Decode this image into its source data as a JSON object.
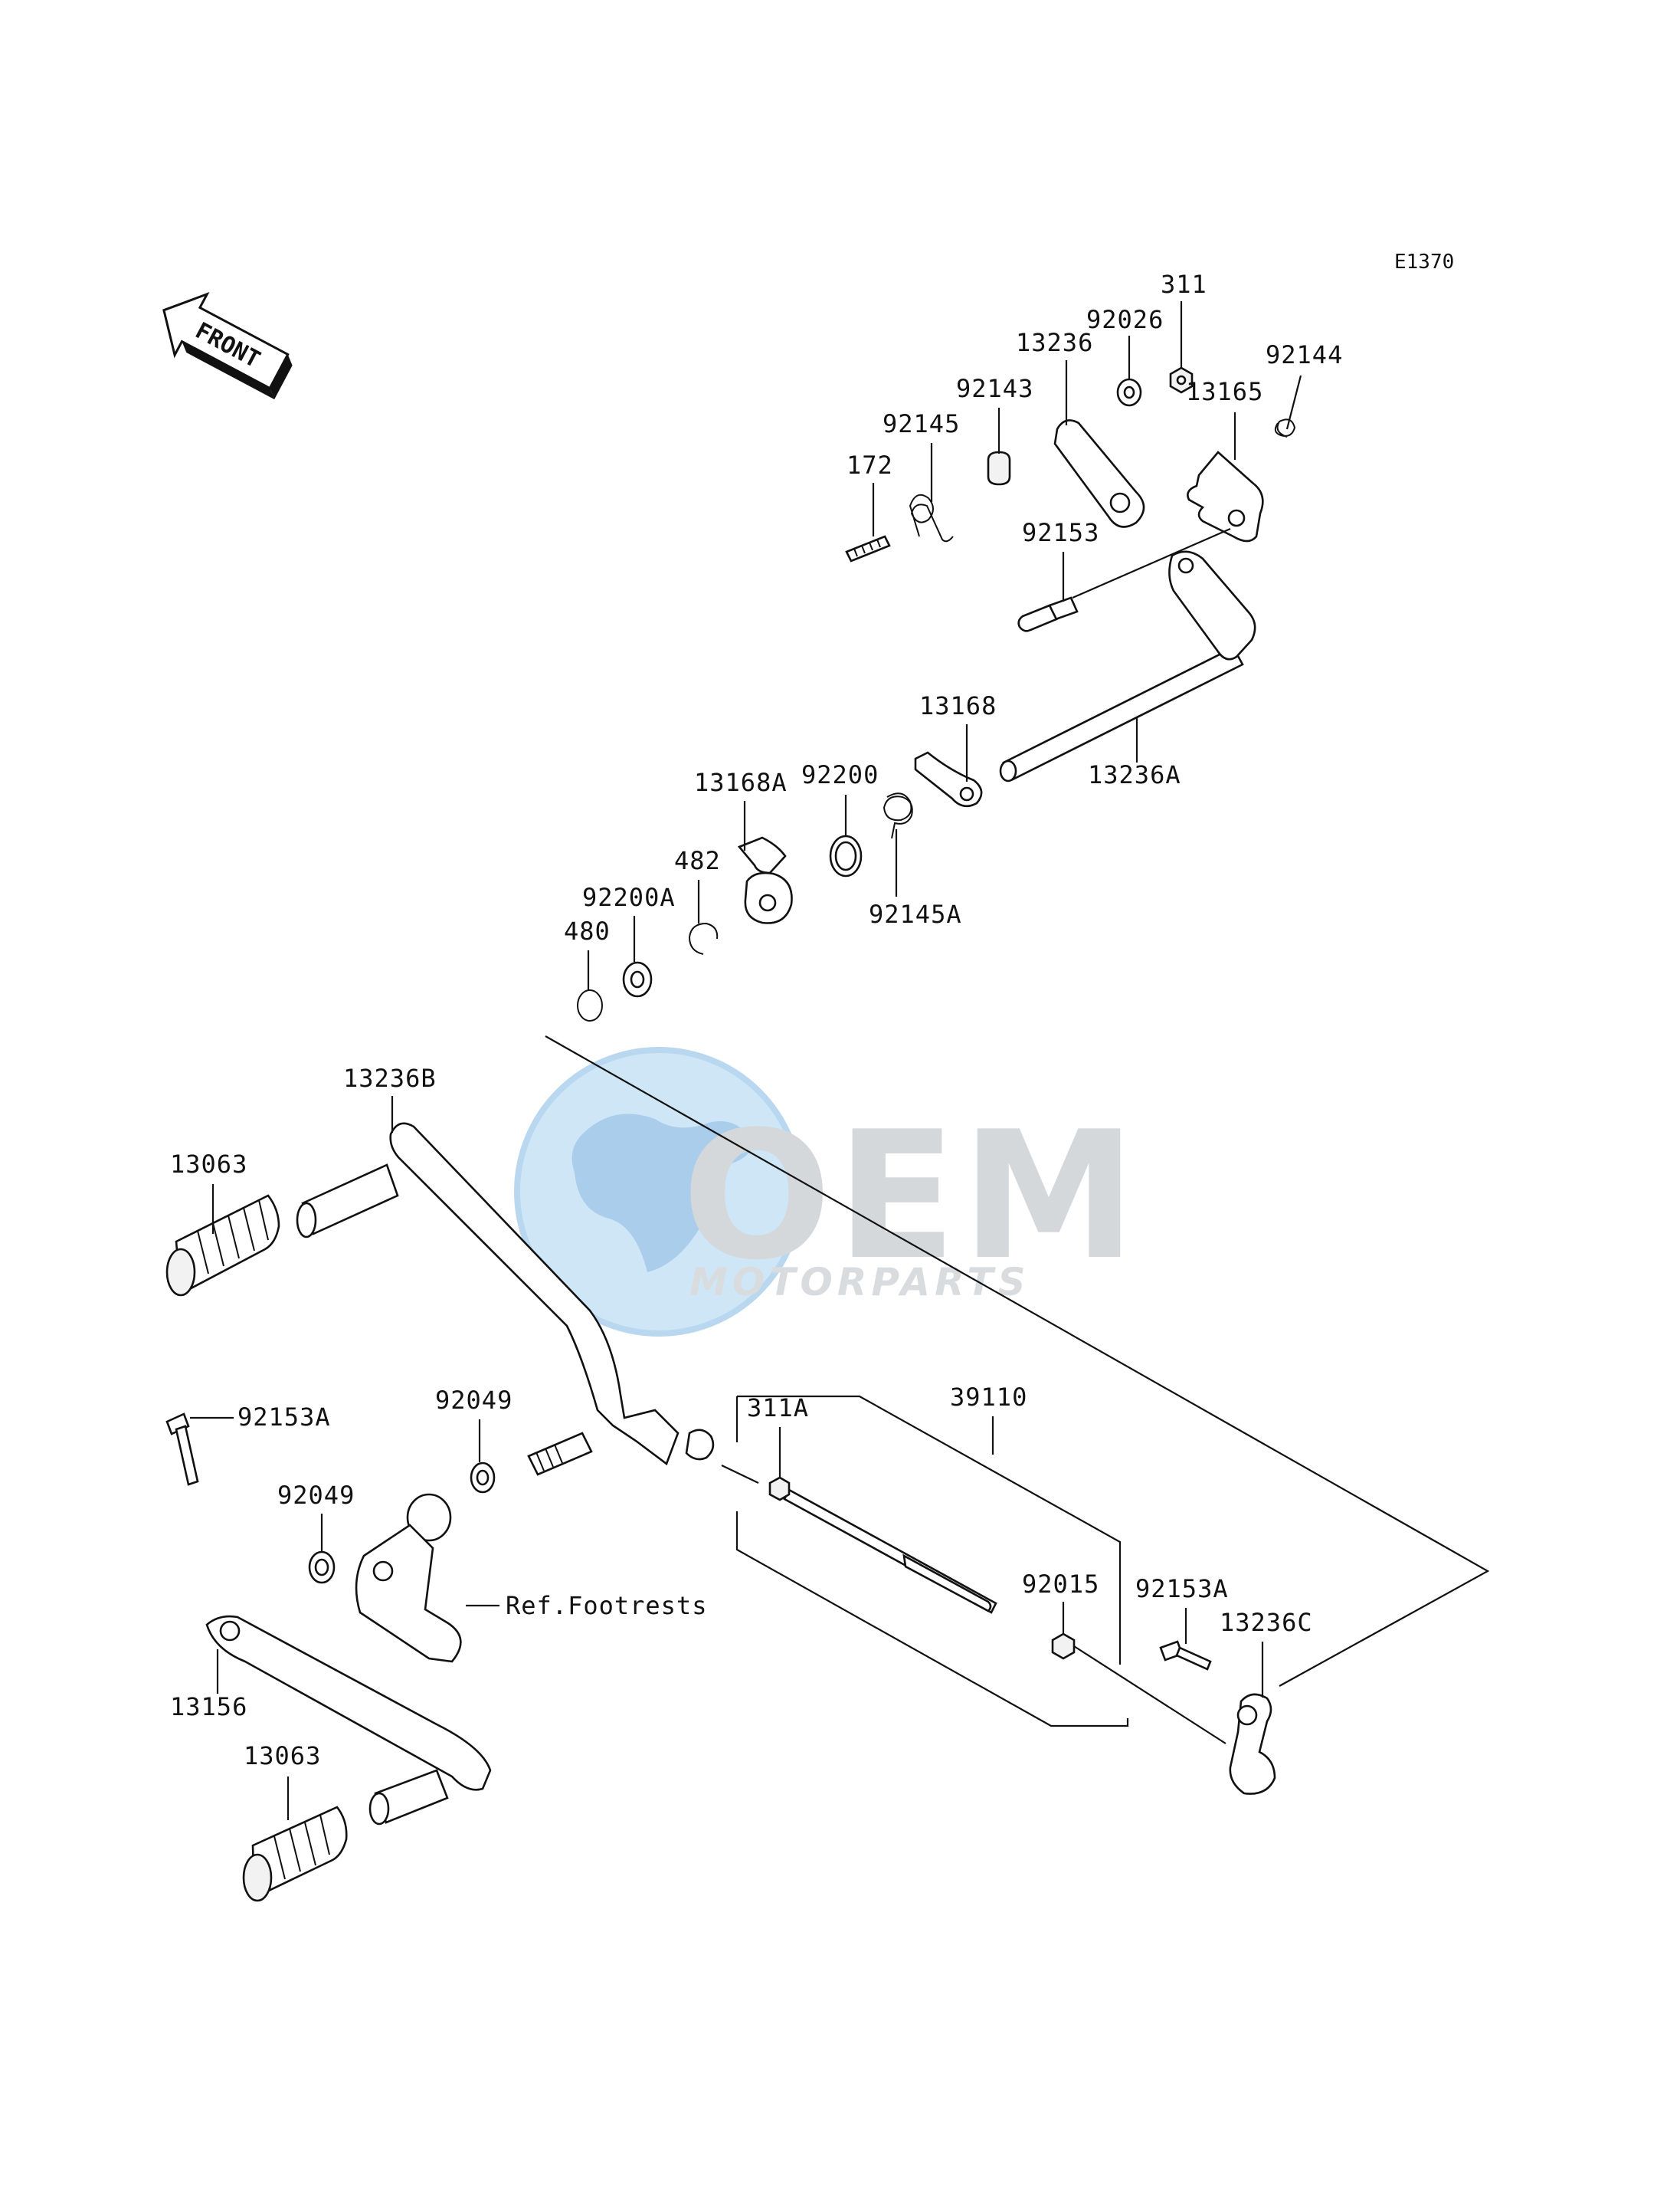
{
  "diagram_code": "E1370",
  "front_arrow_label": "FRONT",
  "watermark": {
    "brand": "OEM",
    "tagline": "MOTORPARTS",
    "colors": {
      "globe": "#cfe6f7",
      "brand": "#d5d8db"
    }
  },
  "callouts": {
    "p311": "311",
    "p92026": "92026",
    "p92144": "92144",
    "p13236": "13236",
    "p13165": "13165",
    "p92143": "92143",
    "p92145": "92145",
    "p172": "172",
    "p92153": "92153",
    "p13168": "13168",
    "p13236A": "13236A",
    "p13168A": "13168A",
    "p92200": "92200",
    "p482": "482",
    "p92145A": "92145A",
    "p92200A": "92200A",
    "p480": "480",
    "p13236B": "13236B",
    "p13063_top": "13063",
    "p92049_a": "92049",
    "p311A": "311A",
    "p39110": "39110",
    "p92153A_left": "92153A",
    "p92049_b": "92049",
    "ref_footrests": "Ref.Footrests",
    "p92015": "92015",
    "p92153A_right": "92153A",
    "p13236C": "13236C",
    "p13156": "13156",
    "p13063_bottom": "13063"
  }
}
